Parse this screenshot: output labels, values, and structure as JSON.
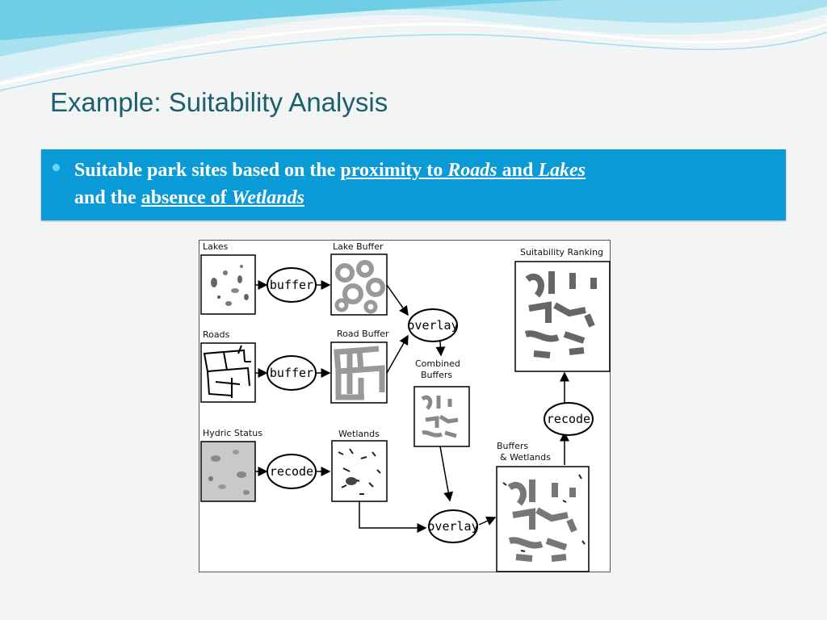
{
  "slide": {
    "title": "Example: Suitability Analysis",
    "bullet": {
      "prefix": "Suitable park sites based on the ",
      "link1_a": "proximity to ",
      "link1_b": "Roads",
      "link1_c": " and ",
      "link1_d": "Lakes",
      "mid": "and the ",
      "link2_a": "absence of ",
      "link2_b": "Wetlands"
    }
  },
  "diagram": {
    "labels": {
      "lakes": "Lakes",
      "lake_buffer": "Lake Buffer",
      "roads": "Roads",
      "road_buffer": "Road Buffer",
      "hydric": "Hydric Status",
      "wetlands": "Wetlands",
      "combined_1": "Combined",
      "combined_2": "Buffers",
      "bw_1": "Buffers",
      "bw_2": "& Wetlands",
      "ranking": "Suitability Ranking"
    },
    "operations": {
      "buffer_1": "buffer",
      "buffer_2": "buffer",
      "recode_1": "recode",
      "overlay_1": "overlay",
      "overlay_2": "overlay",
      "recode_2": "recode"
    }
  },
  "colors": {
    "accent": "#0a9bd6",
    "title": "#1b5f6e",
    "wave_light": "#bfe9f3",
    "wave_mid": "#7fd3ea"
  }
}
